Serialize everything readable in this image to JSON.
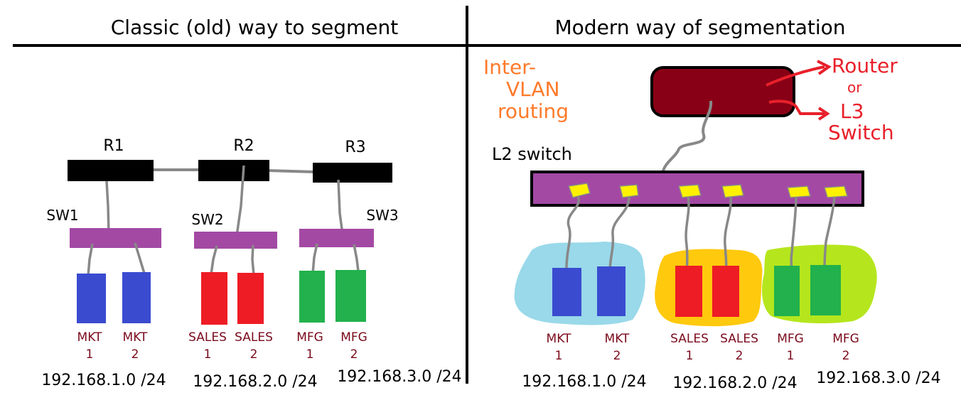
{
  "left": {
    "title": "Classic (old) way to segment",
    "routers": [
      "R1",
      "R2",
      "R3"
    ],
    "switches": [
      "SW1",
      "SW2",
      "SW3"
    ],
    "devices": [
      {
        "top": "MKT",
        "num": "1",
        "group": "mkt"
      },
      {
        "top": "MKT",
        "num": "2",
        "group": "mkt"
      },
      {
        "top": "SALES",
        "num": "1",
        "group": "sales"
      },
      {
        "top": "SALES",
        "num": "2",
        "group": "sales"
      },
      {
        "top": "MFG",
        "num": "1",
        "group": "mfg"
      },
      {
        "top": "MFG",
        "num": "2",
        "group": "mfg"
      }
    ],
    "subnets": [
      "192.168.1.0 /24",
      "192.168.2.0 /24",
      "192.168.3.0 /24"
    ]
  },
  "right": {
    "title": "Modern way of segmentation",
    "note": [
      "Inter-",
      "VLAN",
      "routing"
    ],
    "router_label": [
      "Router",
      "or",
      "L3",
      "Switch"
    ],
    "l2_label": "L2 switch",
    "devices": [
      {
        "top": "MKT",
        "num": "1",
        "group": "mkt"
      },
      {
        "top": "MKT",
        "num": "2",
        "group": "mkt"
      },
      {
        "top": "SALES",
        "num": "1",
        "group": "sales"
      },
      {
        "top": "SALES",
        "num": "2",
        "group": "sales"
      },
      {
        "top": "MFG",
        "num": "1",
        "group": "mfg"
      },
      {
        "top": "MFG",
        "num": "2",
        "group": "mfg"
      }
    ],
    "subnets": [
      "192.168.1.0 /24",
      "192.168.2.0 /24",
      "192.168.3.0 /24"
    ]
  },
  "colors": {
    "mkt": "#3a4bd0",
    "sales": "#ee1c25",
    "mfg": "#22b14c",
    "switch": "#a349a4",
    "router_left": "#000000",
    "router_right": "#880015",
    "vlan_mkt": "#99d9ea",
    "vlan_sales": "#ffc90e",
    "vlan_mfg": "#b5e61d",
    "port": "#fff200"
  }
}
